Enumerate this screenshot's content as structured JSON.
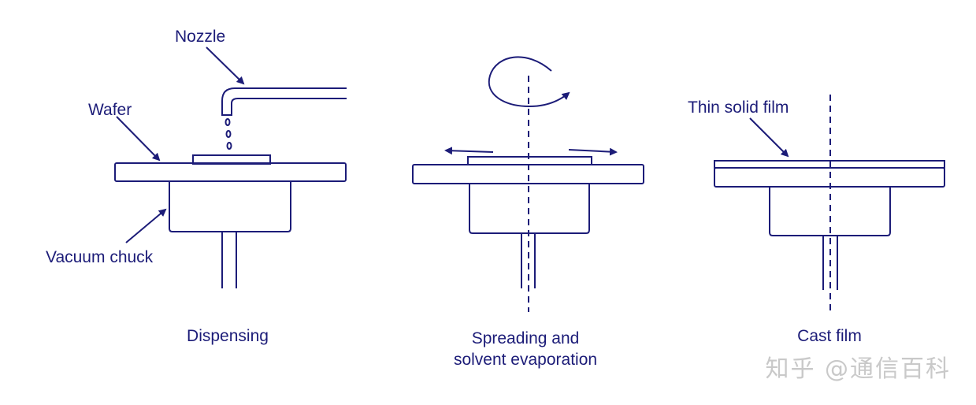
{
  "labels": {
    "nozzle": "Nozzle",
    "wafer": "Wafer",
    "vacuum_chuck": "Vacuum chuck",
    "thin_solid_film": "Thin solid film"
  },
  "captions": {
    "dispensing": "Dispensing",
    "spreading_line1": "Spreading and",
    "spreading_line2": "solvent evaporation",
    "cast_film": "Cast film"
  },
  "watermark": "知乎 @通信百科",
  "colors": {
    "ink": "#1c1c78",
    "watermark": "#c9c9c9",
    "background": "#ffffff"
  }
}
